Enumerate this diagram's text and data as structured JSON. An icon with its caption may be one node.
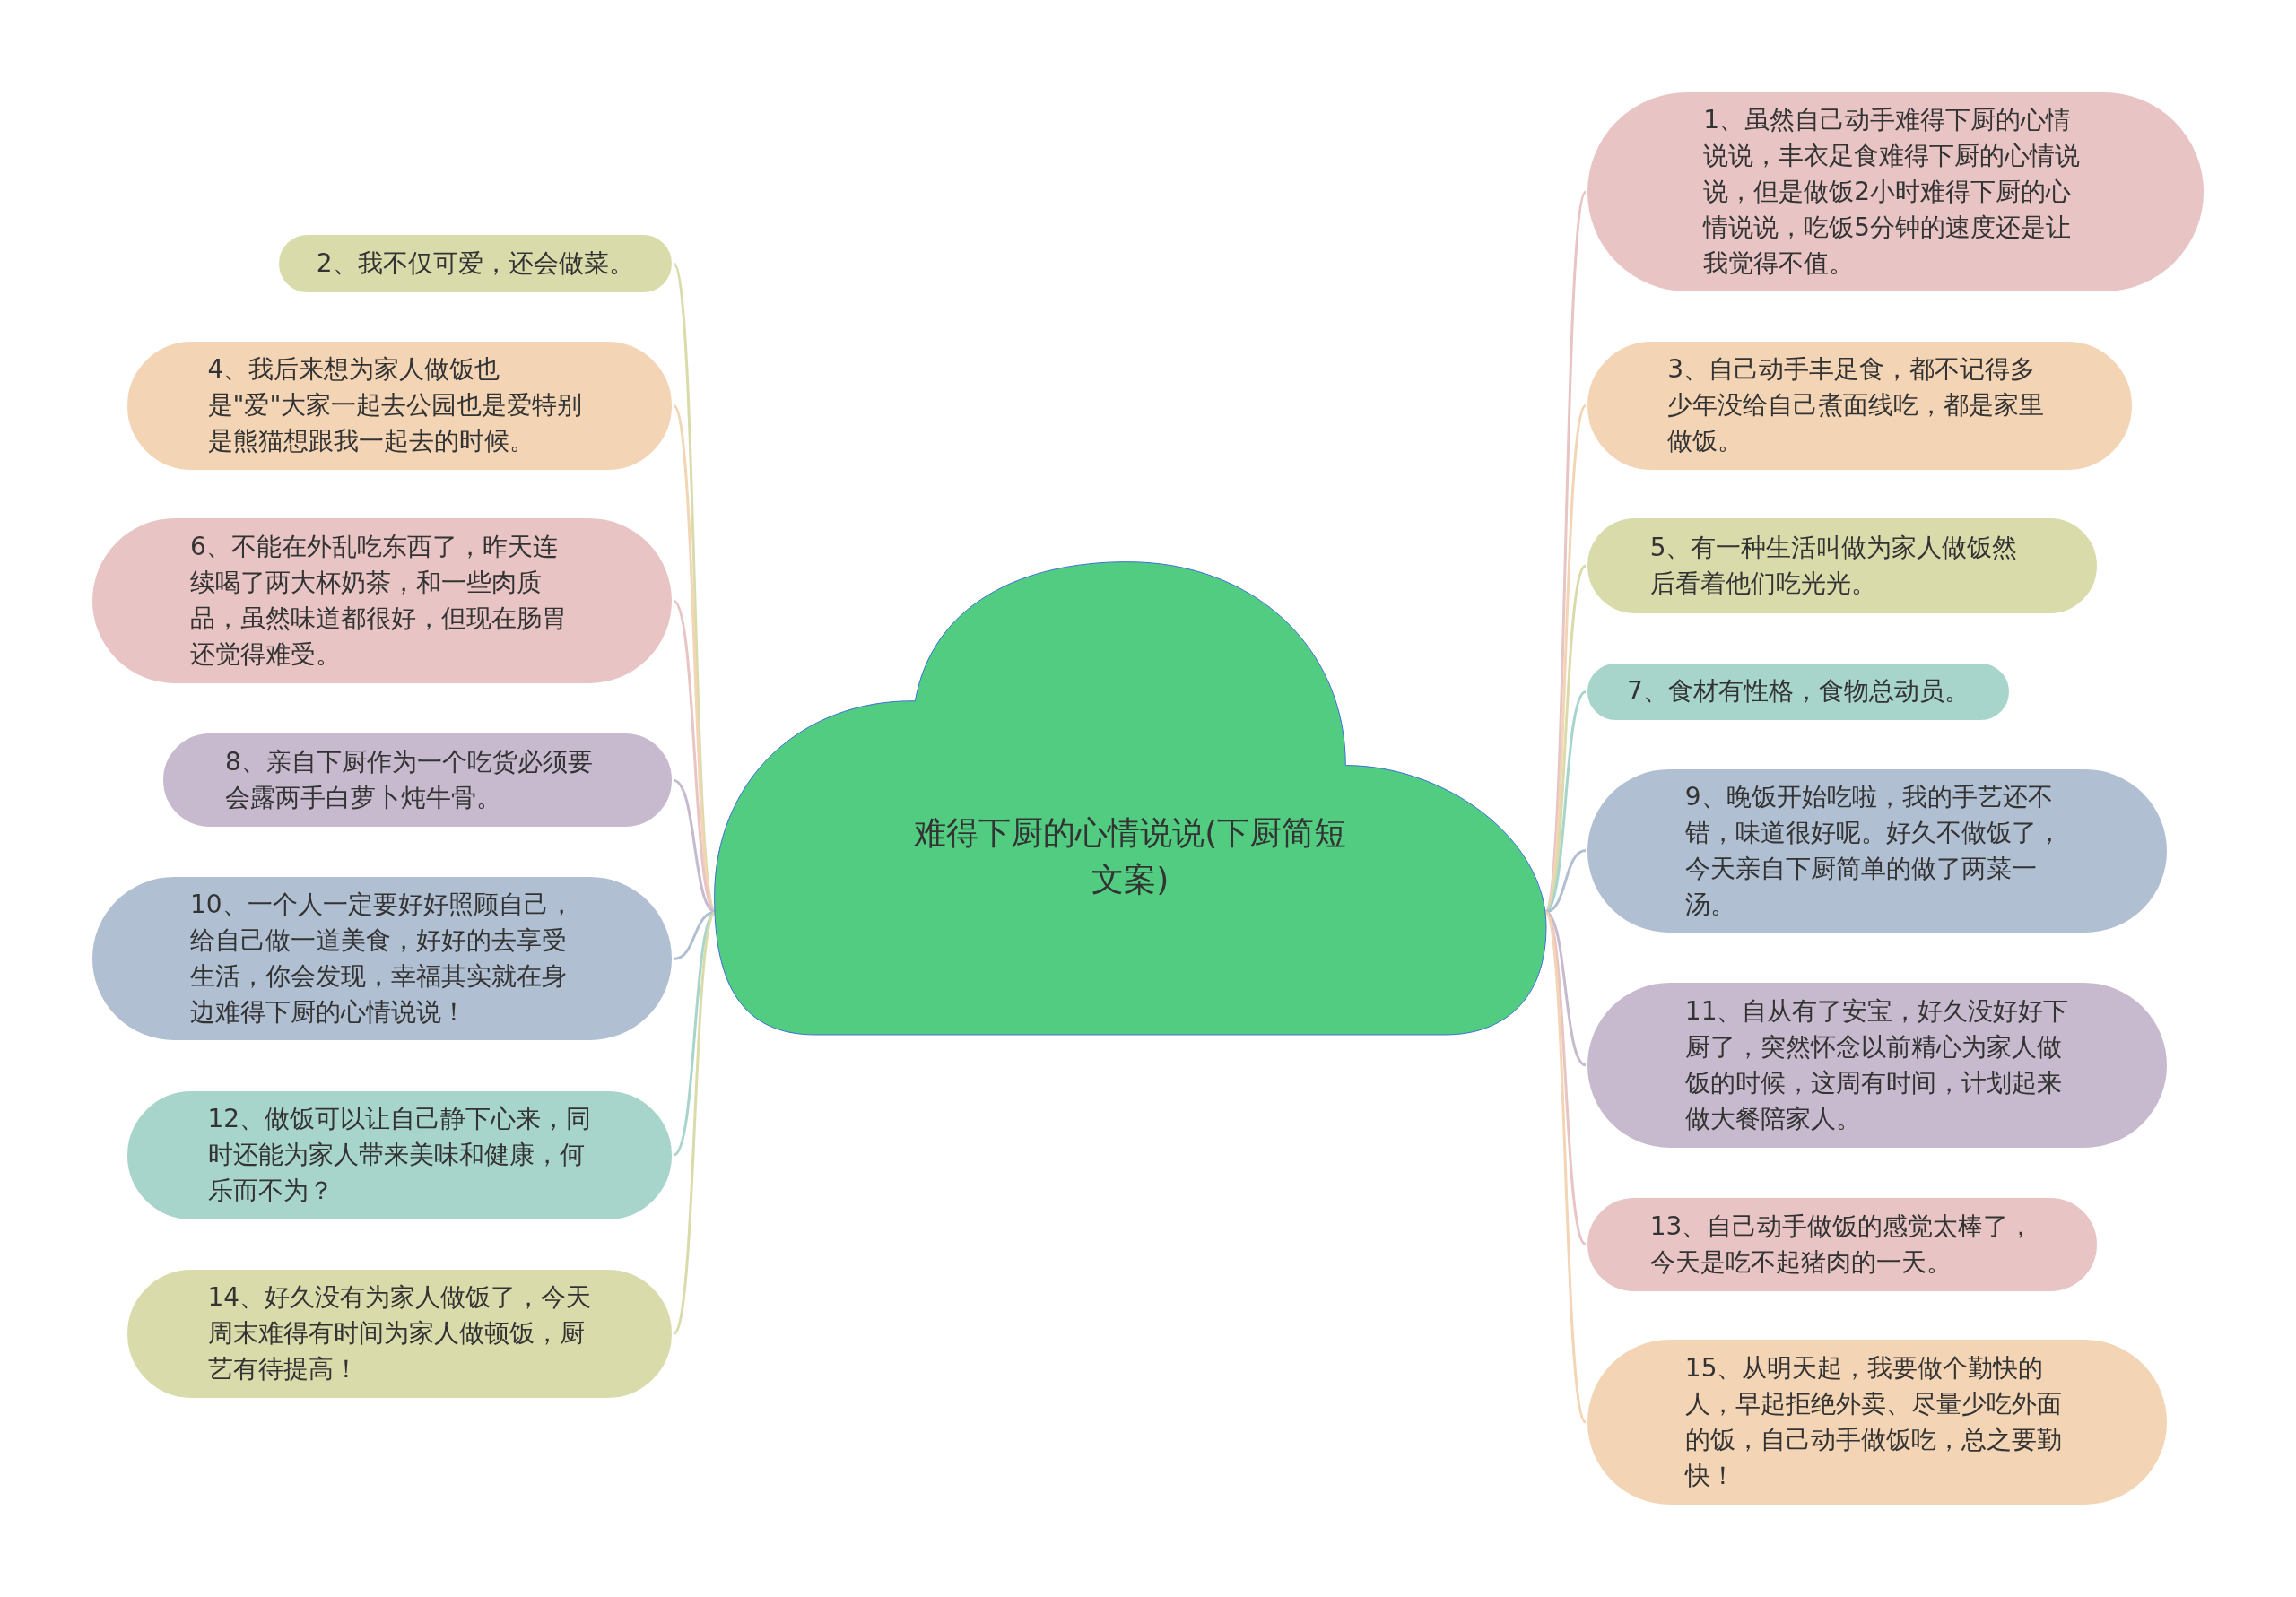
{
  "diagram": {
    "nodes": [
      {
        "text": [
          "难得下厨的心情说说(下厨简短文案)"
        ]
      },
      {
        "text": [
          "1、虽然自己动手难得下厨的心情说说，丰衣足食难得下厨的心情说说，但是做饭2小时难得下厨的心情说说，吃饭5分钟的速度还是让我觉得不值。"
        ]
      },
      {
        "text": [
          "2、我不仅可爱，还会做菜。"
        ]
      },
      {
        "text": [
          "3、自己动手丰足食，都不记得多少年没给自己煮面线吃，都是家里做饭。"
        ]
      },
      {
        "text": [
          "4、我后来想为家人做饭也是\"爱\"大家一起去公园也是爱特别是熊猫想跟我一起去的时候。"
        ]
      },
      {
        "text": [
          "5、有一种生活叫做为家人做饭然后看着他们吃光光。"
        ]
      },
      {
        "text": [
          "6、不能在外乱吃东西了，昨天连续喝了两大杯奶茶，和一些肉质品，虽然味道都很好，但现在肠胃还觉得难受。"
        ]
      },
      {
        "text": [
          "7、食材有性格，食物总动员。"
        ]
      },
      {
        "text": [
          "8、亲自下厨作为一个吃货必须要会露两手白萝卜炖牛骨。"
        ]
      },
      {
        "text": [
          "9、晚饭开始吃啦，我的手艺还不错，味道很好呢。好久不做饭了，今天亲自下厨简单的做了两菜一汤。"
        ]
      },
      {
        "text": [
          "10、一个人一定要好好照顾自己，给自己做一道美食，好好的去享受生活，你会发现，幸福其实就在身边难得下厨的心情说说！"
        ]
      },
      {
        "text": [
          "11、自从有了安宝，好久没好好下厨了，突然怀念以前精心为家人做饭的时候，这周有时间，计划起来做大餐陪家人。"
        ]
      },
      {
        "text": [
          "12、做饭可以让自己静下心来，同时还能为家人带来美味和健康，何乐而不为？"
        ]
      },
      {
        "text": [
          "13、自己动手做饭的感觉太棒了，今天是吃不起猪肉的一天。"
        ]
      },
      {
        "text": [
          "14、好久没有为家人做饭了，今天周末难得有时间为家人做顿饭，厨艺有待提高！"
        ]
      },
      {
        "text": [
          "15、从明天起，我要做个勤快的人，早起拒绝外卖、尽量少吃外面的饭，自己动手做饭吃，总之要勤快！"
        ]
      }
    ],
    "edges": [
      {
        "from": 0,
        "to": 1,
        "arrow": "none",
        "color": "#e8c4c4"
      },
      {
        "from": 0,
        "to": 2,
        "arrow": "none",
        "color": "#d9dcaa"
      },
      {
        "from": 0,
        "to": 3,
        "arrow": "none",
        "color": "#f3d5b5"
      },
      {
        "from": 0,
        "to": 4,
        "arrow": "none",
        "color": "#f3d5b5"
      },
      {
        "from": 0,
        "to": 5,
        "arrow": "none",
        "color": "#d9dcaa"
      },
      {
        "from": 0,
        "to": 6,
        "arrow": "none",
        "color": "#e8c4c4"
      },
      {
        "from": 0,
        "to": 7,
        "arrow": "none",
        "color": "#a8d5cb"
      },
      {
        "from": 0,
        "to": 8,
        "arrow": "none",
        "color": "#c7bace"
      },
      {
        "from": 0,
        "to": 9,
        "arrow": "none",
        "color": "#b0bfd1"
      },
      {
        "from": 0,
        "to": 10,
        "arrow": "none",
        "color": "#b0bfd1"
      },
      {
        "from": 0,
        "to": 11,
        "arrow": "none",
        "color": "#c7bace"
      },
      {
        "from": 0,
        "to": 12,
        "arrow": "none",
        "color": "#a8d5cb"
      },
      {
        "from": 0,
        "to": 13,
        "arrow": "none",
        "color": "#e8c4c4"
      },
      {
        "from": 0,
        "to": 14,
        "arrow": "none",
        "color": "#d9dcaa"
      },
      {
        "from": 0,
        "to": 15,
        "arrow": "none",
        "color": "#f3d5b5"
      }
    ]
  }
}
